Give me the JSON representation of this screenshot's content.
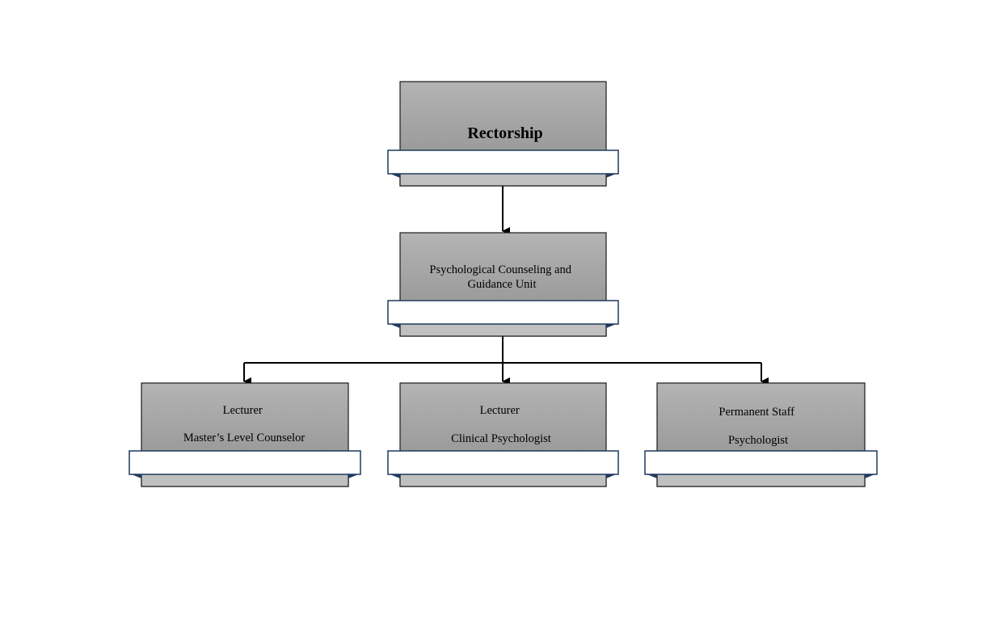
{
  "nodes": {
    "rectorship": {
      "lines": [
        "Rectorship"
      ]
    },
    "unit": {
      "lines": [
        "Psychological Counseling and",
        "Guidance Unit"
      ]
    },
    "lecturer_counselor": {
      "lines": [
        "Lecturer",
        "Master’s Level Counselor"
      ]
    },
    "lecturer_psychologist": {
      "lines": [
        "Lecturer",
        "Clinical Psychologist"
      ]
    },
    "permanent_staff": {
      "lines": [
        "Permanent Staff",
        "Psychologist"
      ]
    }
  },
  "colors": {
    "box_top": "#b4b4b4",
    "box_bottom": "#8e8e8e",
    "ribbon_fill": "#ffffff",
    "ribbon_border": "#1f3a5f",
    "base_fill": "#c0c0c0",
    "connector": "#000000"
  }
}
